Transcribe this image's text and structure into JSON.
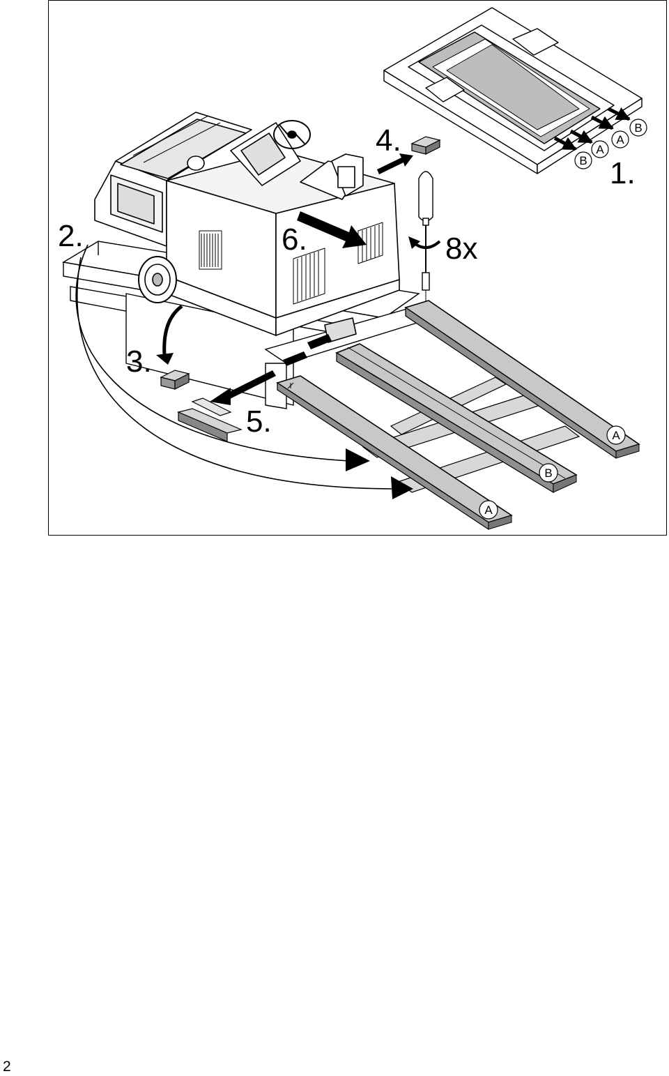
{
  "figure": {
    "steps": {
      "s1": "1.",
      "s2": "2.",
      "s3": "3.",
      "s4": "4.",
      "s5": "5.",
      "s6": "6."
    },
    "screw_count": "8x",
    "board_labels": {
      "ramp_left": "A",
      "ramp_middle": "B",
      "ramp_right": "A",
      "pallet_b1": "B",
      "pallet_a1": "A",
      "pallet_a2": "A",
      "pallet_b2": "B"
    },
    "colors": {
      "board_fill": "#c8c8c8",
      "line": "#000000",
      "paper": "#ffffff"
    },
    "icons": [
      "screwdriver-icon",
      "rotate-arrow-icon",
      "direction-arrow-icon"
    ]
  },
  "page": {
    "number": "2"
  }
}
